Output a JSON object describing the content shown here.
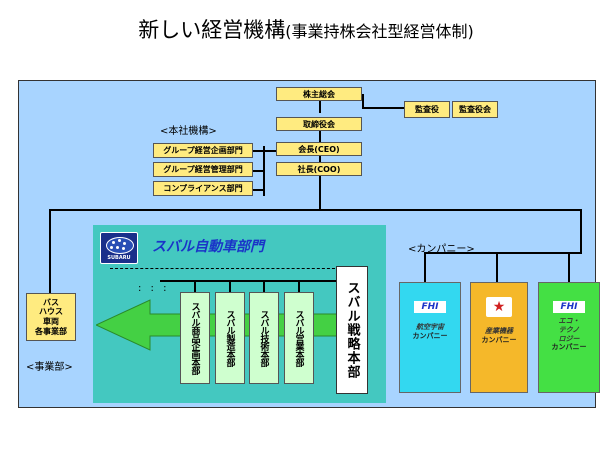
{
  "title": {
    "main": "新しい経営機構",
    "sub": "(事業持株会社型経営体制)"
  },
  "board": {
    "shareholders": "株主総会",
    "directors": "取締役会",
    "chairman": "会長(CEO)",
    "president": "社長(COO)",
    "auditor": "監査役",
    "auditor_board": "監査役会"
  },
  "hq": {
    "label": "<本社機構>",
    "items": [
      "グループ経営企画部門",
      "グループ経営管理部門",
      "コンプライアンス部門"
    ]
  },
  "business": {
    "box_lines": [
      "バス",
      "ハウス",
      "車両",
      "各事業部"
    ],
    "label": "<事業部>"
  },
  "subaru": {
    "logo_text": "SUBARU",
    "title": "スバル自動車部門",
    "strategy": "スバル戦略本部",
    "units": [
      "スバル商品企画本部",
      "スバル製造本部",
      "スバル技術本部",
      "スバル営業本部"
    ],
    "dots": ": : :"
  },
  "companies": {
    "label": "<カンパニー>",
    "items": [
      {
        "badge": "FHI",
        "lines": [
          "航空宇宙",
          "カンパニー"
        ],
        "color": "#33d8f0"
      },
      {
        "badge": "★",
        "lines": [
          "産業機器",
          "カンパニー"
        ],
        "color": "#f5b82a"
      },
      {
        "badge": "FHI",
        "lines": [
          "エコ・",
          "テクノ",
          "ロジー",
          "カンパニー"
        ],
        "color": "#44e044"
      }
    ]
  },
  "colors": {
    "panel": "#a8d4ff",
    "mgmt_box": "#ffeb80",
    "subaru_area": "#44c8c0",
    "unit_box": "#cfffcf",
    "arrow": "#44d044"
  }
}
